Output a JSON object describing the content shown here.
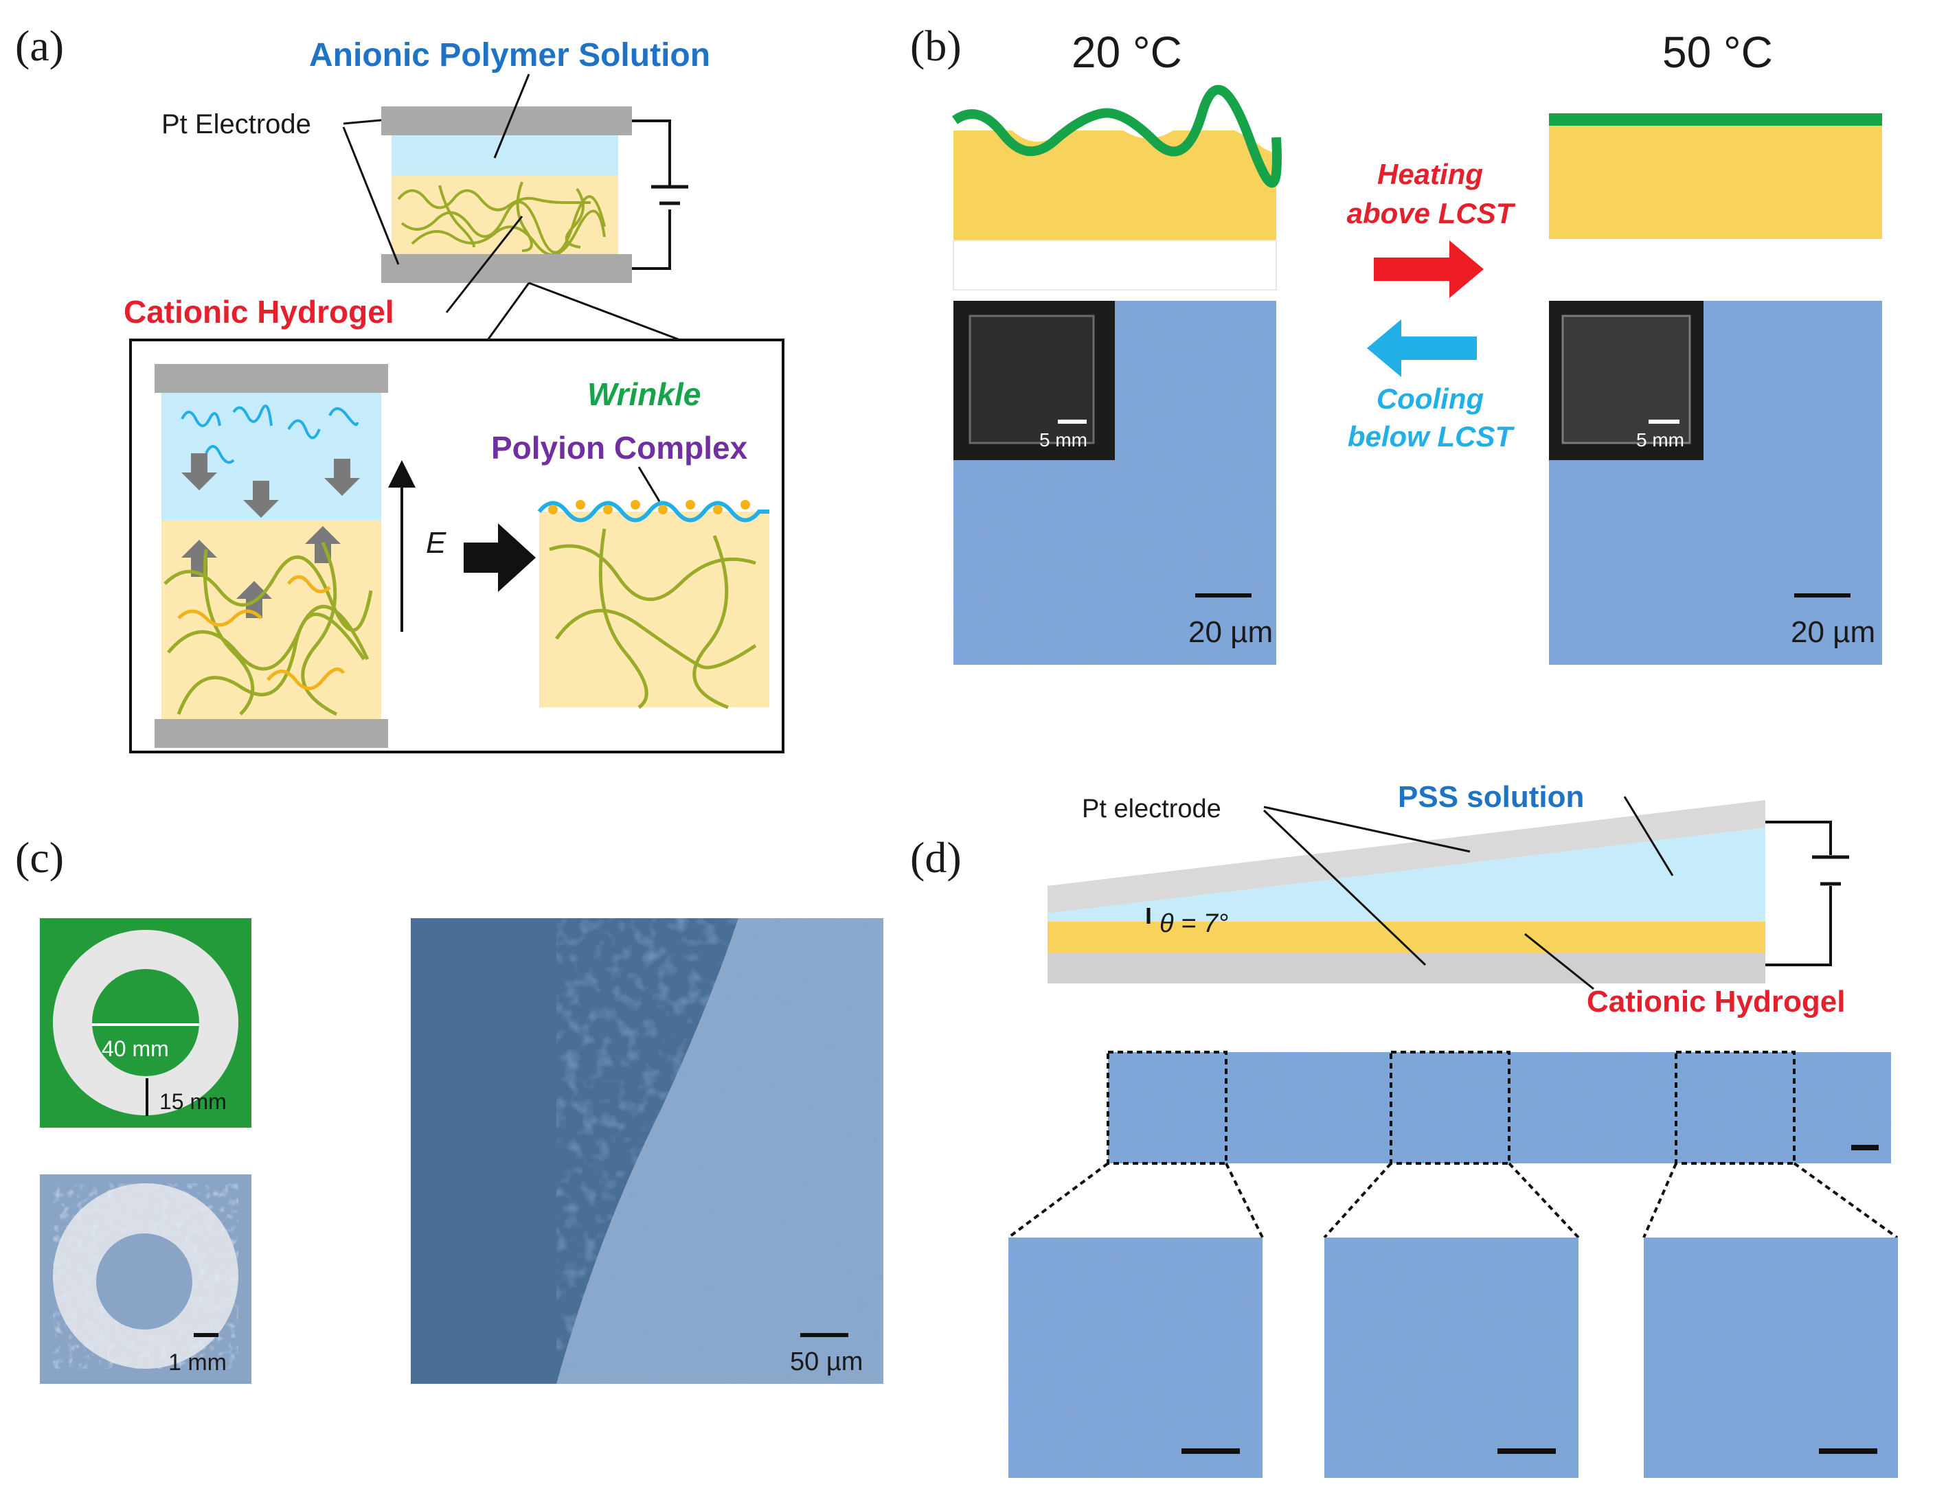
{
  "colors": {
    "blue_label": "#1f73c4",
    "red_label": "#e3202b",
    "green_label": "#16a34a",
    "purple_label": "#7030a0",
    "cyan_label": "#22aee6",
    "gel_yellow": "#f8d35c",
    "gel_light": "#fde8b0",
    "solution_blue": "#c6ebfa",
    "electrode_gray": "#a9a9a9",
    "micro_blue": "#7ea6d8",
    "dark_blue": "#4a6f97",
    "panel_green": "#239b3a"
  },
  "panel_a": {
    "label": "(a)",
    "anionic_polymer_solution": "Anionic Polymer Solution",
    "pt_electrode": "Pt Electrode",
    "cationic_hydrogel": "Cationic Hydrogel",
    "wrinkle": "Wrinkle",
    "polyion_complex": "Polyion Complex",
    "field_symbol": "E"
  },
  "panel_b": {
    "label": "(b)",
    "temp_left": "20 °C",
    "temp_right": "50 °C",
    "heating_line1": "Heating",
    "heating_line2": "above LCST",
    "cooling_line1": "Cooling",
    "cooling_line2": "below LCST",
    "inset_scale_left": "5 mm",
    "inset_scale_right": "5 mm",
    "scale_left": "20 µm",
    "scale_right": "20 µm"
  },
  "panel_c": {
    "label": "(c)",
    "diameter": "40 mm",
    "width": "15 mm",
    "scale_ring": "1 mm",
    "scale_micro": "50 µm"
  },
  "panel_d": {
    "label": "(d)",
    "pt_electrode": "Pt electrode",
    "pss_solution": "PSS solution",
    "angle": "θ = 7°",
    "cationic_hydrogel": "Cationic Hydrogel"
  }
}
